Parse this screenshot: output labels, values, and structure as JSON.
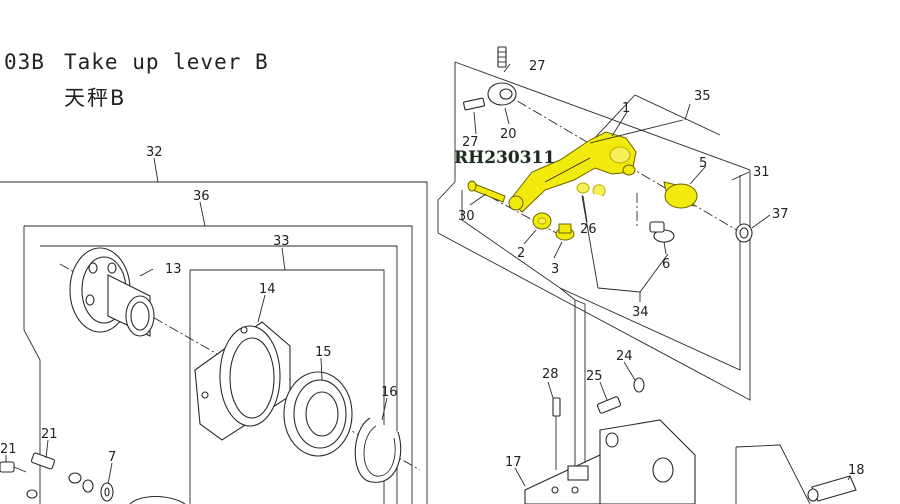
{
  "header": {
    "code": "03B",
    "title_en": "Take up lever B",
    "title_cn": "天秤B"
  },
  "stamp": "RH230311",
  "highlight_color": "#f2ea0c",
  "line_color": "#2a2a2a",
  "labels": {
    "p1": "1",
    "p2": "2",
    "p3": "3",
    "p5": "5",
    "p6": "6",
    "p7": "7",
    "p13": "13",
    "p14": "14",
    "p15": "15",
    "p16": "16",
    "p17": "17",
    "p18": "18",
    "p20": "20",
    "p21a": "21",
    "p21b": "21",
    "p24": "24",
    "p25": "25",
    "p26": "26",
    "p27a": "27",
    "p27b": "27",
    "p28": "28",
    "p30": "30",
    "p31": "31",
    "p32": "32",
    "p33": "33",
    "p34": "34",
    "p35": "35",
    "p36": "36",
    "p37": "37"
  }
}
